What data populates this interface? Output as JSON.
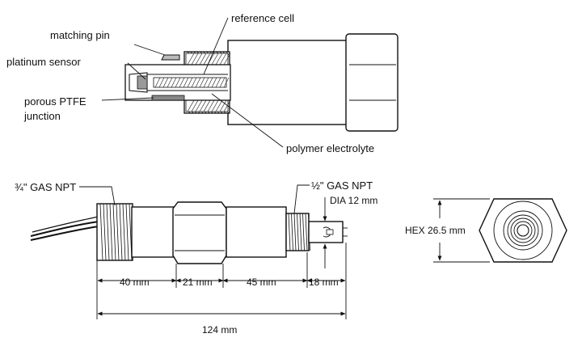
{
  "callouts": {
    "reference_cell": "reference cell",
    "matching_pin": "matching pin",
    "platinum_sensor": "platinum sensor",
    "porous_ptfe_line1": "porous PTFE",
    "porous_ptfe_line2": "junction",
    "polymer_electrolyte": "polymer electrolyte"
  },
  "side_view": {
    "thread_left": "¾\" GAS NPT",
    "thread_right": "½\" GAS NPT",
    "dia": "DIA 12 mm",
    "dims": {
      "seg1": "40 mm",
      "seg2": "21 mm",
      "seg3": "45 mm",
      "seg4": "18 mm",
      "total": "124 mm"
    }
  },
  "end_view": {
    "hex": "HEX 26.5 mm"
  }
}
